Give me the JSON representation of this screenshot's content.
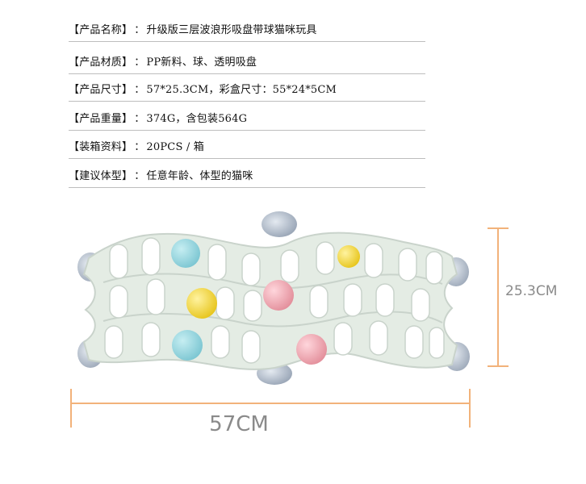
{
  "specs": [
    {
      "label": "【产品名称】",
      "sep": "：",
      "value": "升级版三层波浪形吸盘带球猫咪玩具"
    },
    {
      "label": "【产品材质】",
      "sep": "：",
      "value": "PP新料、球、透明吸盘"
    },
    {
      "label": "【产品尺寸】",
      "sep": "：",
      "value": "57*25.3CM，彩盒尺寸：55*24*5CM"
    },
    {
      "label": "【产品重量】",
      "sep": "：",
      "value": "374G，含包装564G"
    },
    {
      "label": "【装箱资料】",
      "sep": "：",
      "value": "20PCS / 箱"
    },
    {
      "label": "【建议体型】",
      "sep": "：",
      "value": "任意年龄、体型的猫咪"
    }
  ],
  "dimensions": {
    "width_label": "57CM",
    "height_label": "25.3CM"
  },
  "colors": {
    "toy_body": "#e4ece4",
    "toy_edge": "#c9d3cb",
    "dimension_line": "#f2b27a",
    "ball_blue": "#8fd3dc",
    "ball_yellow": "#f4d833",
    "ball_pink": "#f0a7b0",
    "suction_cup": "#9aa7b8"
  }
}
